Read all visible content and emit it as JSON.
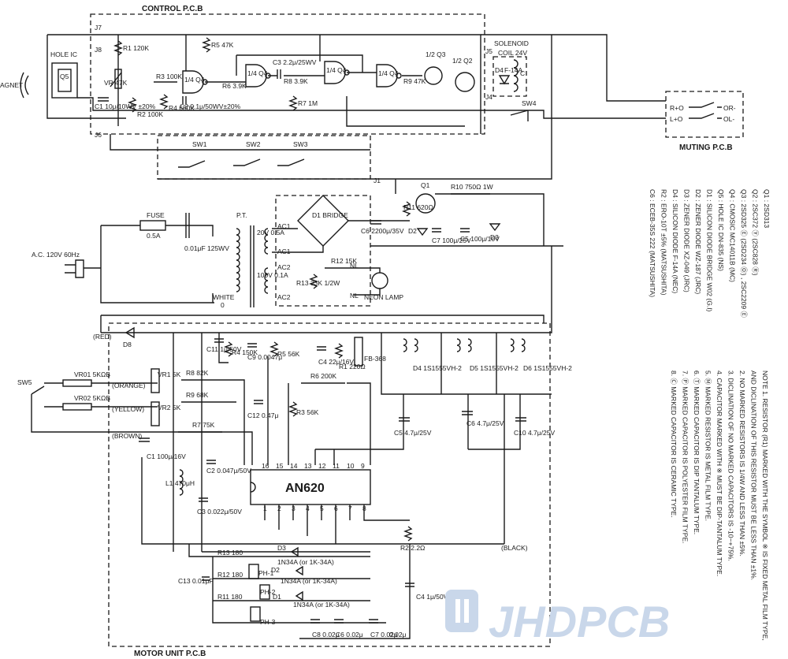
{
  "boards": {
    "control": "CONTROL P.C.B",
    "motor": "MOTOR UNIT P.C.B",
    "muting": "MUTING P.C.B"
  },
  "top": {
    "magnet": "AGNET",
    "hole_ic": "HOLE IC",
    "q5": "Q5",
    "j7": "J7",
    "j8": "J8",
    "j6": "J6",
    "j5": "J5",
    "j4": "J4",
    "j1": "J1",
    "r1": "R1 120K",
    "vr": "VR 47K",
    "c1": "C1 10μ/10WV ±20%",
    "r2": "R2 100K",
    "r3": "R3 100K",
    "q4a": "1/4 Q4",
    "r4": "R4 680K",
    "c2": "C2 0.1μ/50WV±20%",
    "r5": "R5 47K",
    "r6": "R6 3.9K",
    "q4b": "1/4 Q4",
    "c3": "C3 2.2μ/25WV",
    "r8": "R8 3.9K",
    "r7": "R7 1M",
    "q4c": "1/4 Q4",
    "q4d": "1/4 Q4",
    "r9": "R9 47K",
    "q3": "1/2 Q3",
    "q2": "1/2 Q2",
    "solenoid": "SOLENOID",
    "coil": "COIL 24V",
    "d4": "D4",
    "d4val": "F-14A",
    "c_label": "C",
    "sw4": "SW4",
    "sw1": "SW1",
    "sw2": "SW2",
    "sw3": "SW3",
    "muting_rows": [
      "R+O",
      "L+O",
      "OR-",
      "OL-"
    ]
  },
  "power": {
    "fuse": "FUSE",
    "fuse_val": "0.5A",
    "cap": "0.01μF 125WV",
    "pt": "P.T.",
    "sec1": "20V 0.5A",
    "sec2": "100V 0.1A",
    "ac1": "AC1",
    "ac1b": "AC1",
    "ac2": "AC2",
    "ac2b": "AC2",
    "white": "WHITE",
    "o": "0",
    "ac_in": "A.C. 120V 60Hz",
    "bridge": "D1 BRIDGE",
    "c6": "C6 2200μ/35V",
    "q1": "Q1",
    "r11": "R11 620Ω",
    "d2": "D2",
    "c7": "C7 100μ/25V",
    "c5": "C5 100μ/10V",
    "r10": "R10 750Ω 1W",
    "d3": "D3",
    "r12": "R12 15K",
    "r13": "R13 33K 1/2W",
    "nl1": "NL",
    "nl2": "NL",
    "neon": "NEON LAMP"
  },
  "motor": {
    "red": "(RED)",
    "d8": "D8",
    "sw5": "SW5",
    "vr01": "VR01 5KΩB",
    "vr02": "VR02 5KΩB",
    "orange": "(ORANGE)",
    "yellow": "(YELLOW)",
    "brown": "(BROWN)",
    "black": "(BLACK)",
    "vr1": "VR1 5K",
    "vr2": "VR2 5K",
    "r8m": "R8 82K",
    "r9m": "R9 68K",
    "r7m": "R7 75K",
    "c1m": "C1 100μ/16V",
    "c11": "C11 1μ/50V",
    "r4m": "R4 150K",
    "c9": "C9 0.0047μ",
    "r5m": "R5 56K",
    "c4m": "C4 22μ/16V",
    "r1m": "R1 220Ω",
    "ic_fb": "FB-368",
    "r6m": "R6 200K",
    "c12": "C12 0.47μ",
    "r3m": "R3 56K",
    "d4m": "D4 1S1555VH-2",
    "d5m": "D5 1S1555VH-2",
    "d6m": "D6 1S1555VH-2",
    "c5m": "C5 4.7μ/25V",
    "c6m": "C6 4.7μ/25V",
    "c10": "C10 4.7μ/25V",
    "l1": "L1 470μH",
    "c2m": "C2 0.047μ/50V",
    "c3m": "C3 0.022μ/50V",
    "ic": "AN620",
    "top_pins": [
      "16",
      "15",
      "14",
      "13",
      "12",
      "11",
      "10",
      "9"
    ],
    "bot_pins": [
      "1",
      "2",
      "3",
      "4",
      "5",
      "6",
      "7",
      "8"
    ],
    "r2m": "R2 2.2Ω",
    "r13m": "R13 180",
    "r12m": "R12 180",
    "r11m": "R11 180",
    "c13": "C13 0.01μF",
    "d3m": "D3",
    "d3v": "1N34A (or 1K-34A)",
    "d2m": "D2",
    "d2v": "1N34A (or 1K-34A)",
    "d1m": "D1",
    "d1v": "1N34A (or 1K-34A)",
    "ph1": "PH-1",
    "ph2": "PH-2",
    "ph3": "PH-3",
    "c4b": "C4 1μ/50V",
    "c8": "C8 0.02μ",
    "c6b": "C6 0.02μ",
    "c7b": "C7 0.02μ",
    "c_extra": "0.02μ"
  },
  "parts_list": [
    "Q1 : 2SD313",
    "Q2 : 2SC372 Ⓨ (2SC828 Ⓡ)",
    "Q3 : 2SD325 Ⓔ (2SD234 Ⓞ) , 2SC2209 Ⓔ",
    "Q4 : CMOSIC MC14011B (MC)",
    "Q5 : HOLE IC DN-835 (NS)",
    "D1 : SILICON DIODE BRIDGE W02 (G.I)",
    "D2 : ZENER DIODE WZ-187 (JRC)",
    "D3 : ZENER DIODE XZ-049 (JRC)",
    "D4 : SILICON DIODE F-14A (NEC)",
    "R2 : ERO-10T ±5% (MATSUSHITA)",
    "C6 : ECEB-35S 222 (MATSUSHITA)"
  ],
  "notes": [
    "NOTE 1. RESISTOR (R1) MARKED WITH THE SYMBOL ※ IS FIXED METAL FILM TYPE,",
    "AND DICLINATION OF THIS RESISTOR MUST BE LESS THAN ±1%.",
    "2. NO MARKED RESISTORS IS 1/4W AND LESS THAN ±5%.",
    "3. DICLINATION OF NO MARKED CAPACITORS IS -10~+75%.",
    "4. CAPACITOR MARKED WITH ※ MUST BE DIP-TANTALUM TYPE.",
    "5. Ⓜ MARKED RESISTOR IS METAL FILM TYPE.",
    "6. Ⓣ MARKED CAPACITOR IS DIP TANTALUM TYPE.",
    "7. Ⓟ MARKED CAPACITOR IS POLYESTER FILM TYPE.",
    "8. Ⓒ MARKED CAPACITOR IS CERAMIC TYPE."
  ],
  "watermark": "JHDPCB"
}
